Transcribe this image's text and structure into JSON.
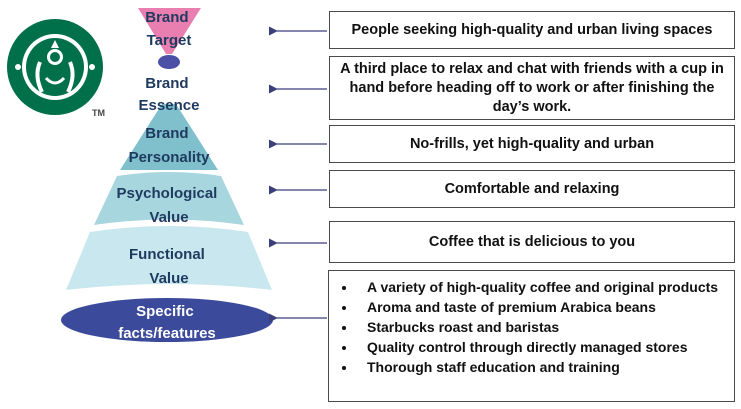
{
  "logo": {
    "name": "starbucks-logo",
    "colors": {
      "green": "#00704A",
      "white": "#ffffff"
    },
    "trademark": "TM"
  },
  "pyramid": {
    "levels": [
      {
        "id": "brand-target",
        "lines": [
          "Brand",
          "Target"
        ],
        "color": "#e97fb0"
      },
      {
        "id": "brand-essence",
        "lines": [
          "Brand",
          "Essence"
        ],
        "color": "#4b4fa6"
      },
      {
        "id": "brand-personality",
        "lines": [
          "Brand",
          "Personality"
        ],
        "color": "#7fc0cc"
      },
      {
        "id": "psychological-value",
        "lines": [
          "Psychological",
          "Value"
        ],
        "color": "#a8d6df"
      },
      {
        "id": "functional-value",
        "lines": [
          "Functional",
          "Value"
        ],
        "color": "#c9e7ee"
      },
      {
        "id": "specific-facts",
        "lines": [
          "Specific",
          "facts/features"
        ],
        "color": "#3b4a9a"
      }
    ]
  },
  "boxes": {
    "brand_target": "People seeking high-quality and urban living spaces",
    "brand_essence": "A third place to relax and chat with friends with a cup in hand before heading off to work or after finishing the day’s work.",
    "brand_personality": "No-frills, yet high-quality and urban",
    "psychological_value": "Comfortable and relaxing",
    "functional_value": "Coffee that is delicious to you",
    "specific_facts": [
      "A variety of high-quality coffee and original products",
      "Aroma and taste of premium Arabica beans",
      "Starbucks roast and baristas",
      "Quality control through directly managed stores",
      "Thorough staff education and training"
    ]
  },
  "colors": {
    "arrow": "#3a3f7a",
    "box_border": "#4a4a4a",
    "label": "#1f3a5f"
  }
}
